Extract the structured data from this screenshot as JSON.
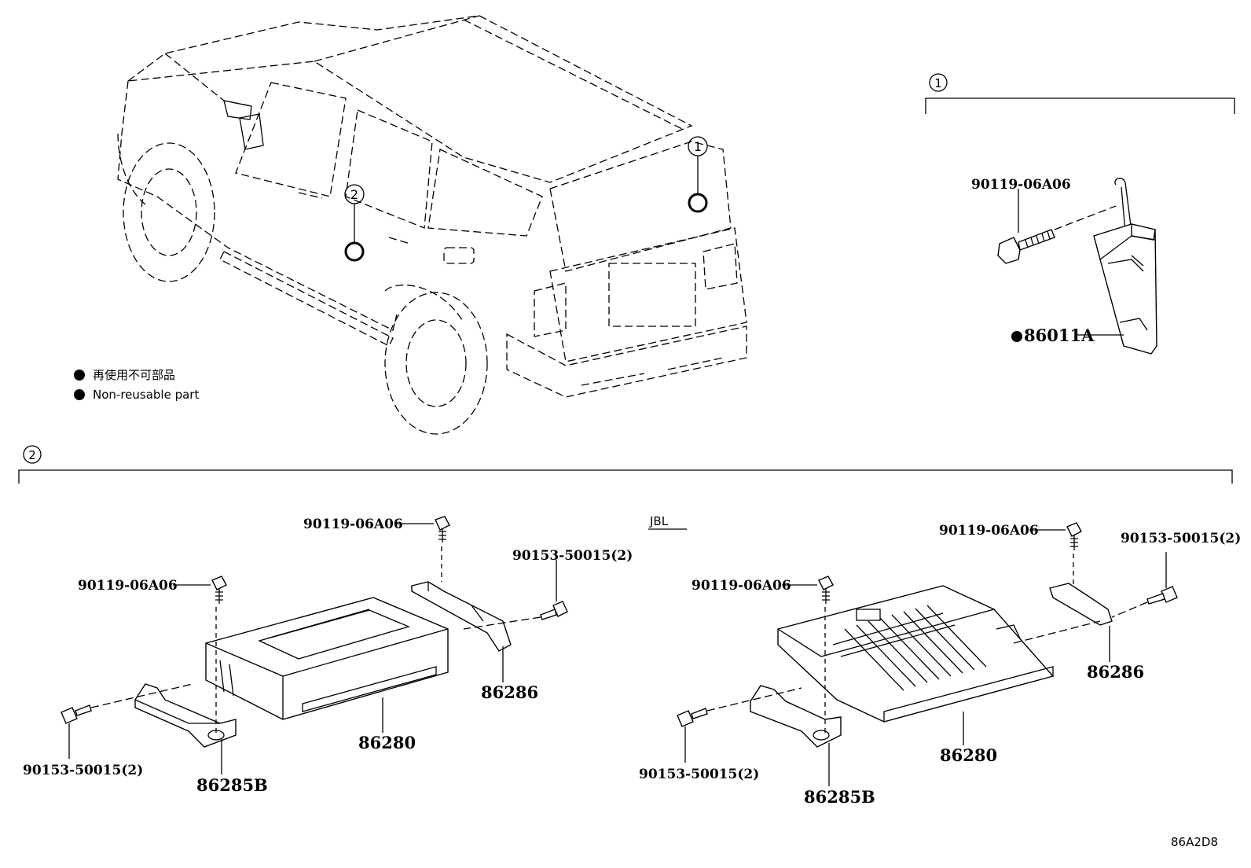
{
  "legend": {
    "line_ja": "再使用不可部品",
    "line_en": "Non-reusable part"
  },
  "section1": {
    "marker": "1",
    "bolt_label": "90119-06A06",
    "module_label": "86011A",
    "module_nonreusable": true
  },
  "section2": {
    "marker": "2",
    "variant_label": "JBL",
    "left": {
      "bolt_top": "90119-06A06",
      "bolt_left": "90119-06A06",
      "screw_right": "90153-50015(2)",
      "screw_left": "90153-50015(2)",
      "bracket_right": "86286",
      "amplifier": "86280",
      "bracket_left": "86285B"
    },
    "right": {
      "bolt_top": "90119-06A06",
      "bolt_left": "90119-06A06",
      "screw_right": "90153-50015(2)",
      "screw_left": "90153-50015(2)",
      "bracket_right": "86286",
      "amplifier": "86280",
      "bracket_left": "86285B"
    }
  },
  "vehicle": {
    "callout_1": "1",
    "callout_2": "2"
  },
  "diagram_code": "86A2D8"
}
